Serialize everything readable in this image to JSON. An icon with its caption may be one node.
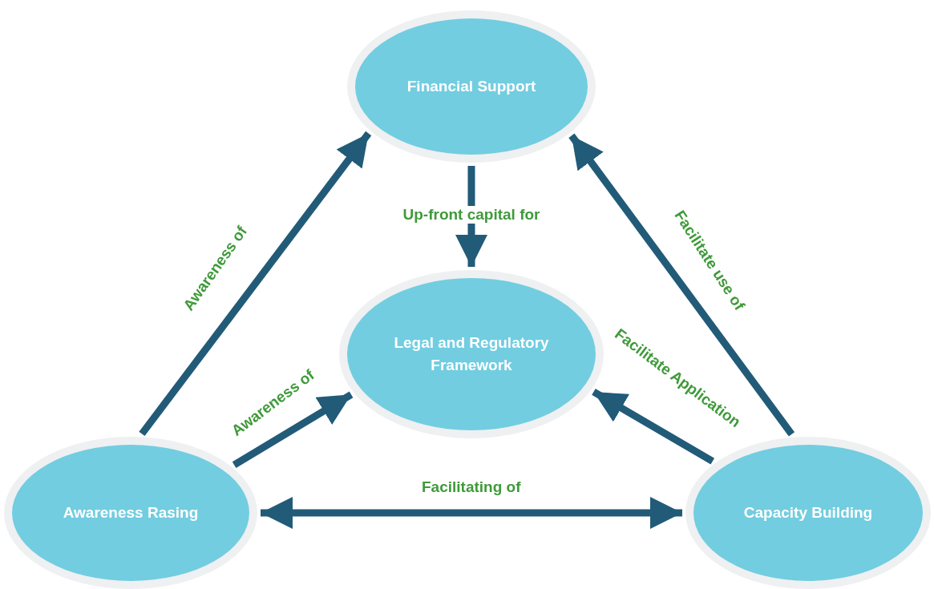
{
  "diagram": {
    "nodes": [
      {
        "text": [
          "Financial Support"
        ]
      },
      {
        "text": [
          "Legal and Regulatory Framework"
        ]
      },
      {
        "text": [
          "Awareness Rasing"
        ]
      },
      {
        "text": [
          "Capacity Building"
        ]
      }
    ],
    "edges": [
      {
        "from": 2,
        "to": 0,
        "arrow": "to",
        "label": "Awareness of"
      },
      {
        "from": 0,
        "to": 1,
        "arrow": "to",
        "label": "Up-front capital for"
      },
      {
        "from": 2,
        "to": 1,
        "arrow": "to",
        "label": "Awareness of"
      },
      {
        "from": 3,
        "to": 0,
        "arrow": "to",
        "label": "Facilitate use of"
      },
      {
        "from": 3,
        "to": 1,
        "arrow": "to",
        "label": "Facilitate Application"
      },
      {
        "from": 2,
        "to": 3,
        "arrow": "both",
        "label": "Facilitating of"
      }
    ]
  }
}
